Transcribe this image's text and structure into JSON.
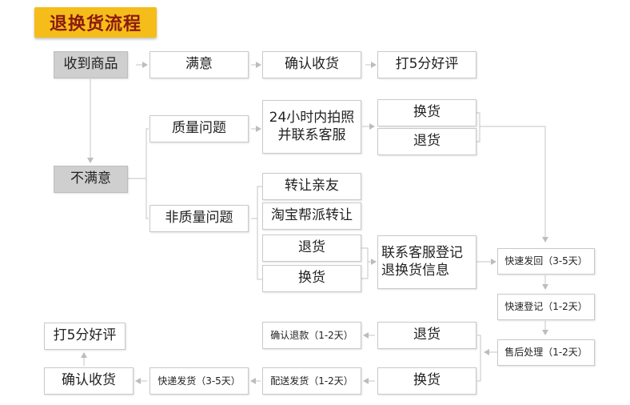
{
  "title": "退换货流程",
  "nodes": {
    "received": "收到商品",
    "satisfied": "满意",
    "confirm_receipt_top": "确认收货",
    "rate_top": "打5分好评",
    "not_satisfied": "不满意",
    "quality_issue": "质量问题",
    "contact_cs_24h": "24小时内拍照\n并联系客服",
    "exchange_a": "换货",
    "return_a": "退货",
    "non_quality_issue": "非质量问题",
    "transfer_friends": "转让亲友",
    "taobao_transfer": "淘宝帮派转让",
    "return_b": "退货",
    "exchange_b": "换货",
    "register_info": "联系客服登记\n退换货信息",
    "express_send_back": "快速发回（3-5天）",
    "express_register": "快速登记（1-2天）",
    "after_sales": "售后处理（1-2天）",
    "return_c": "退货",
    "confirm_refund": "确认退款（1-2天）",
    "exchange_c": "换货",
    "dispatch": "配送发货（1-2天）",
    "express_ship": "快递发货（3-5天）",
    "confirm_receipt_bottom": "确认收货",
    "rate_bottom": "打5分好评"
  },
  "colors": {
    "title_bg": "#f5bd1a",
    "title_text": "#8b1a10",
    "highlight_box": "#cfcfcf",
    "connector": "#bdbdbd"
  }
}
